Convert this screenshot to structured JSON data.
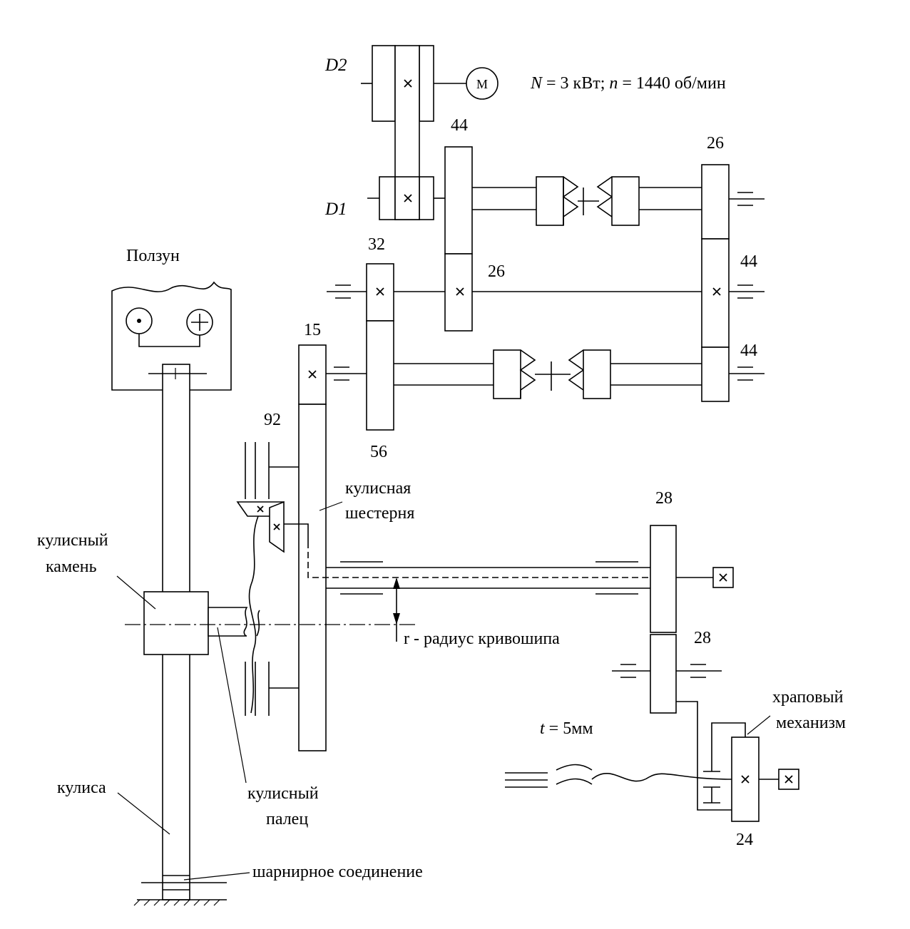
{
  "motor": {
    "symbol": "M",
    "spec_N": "N",
    "spec_N_rest": " = 3 кВт; ",
    "spec_n": "n",
    "spec_n_rest": " = 1440 об/мин"
  },
  "pulleys": {
    "d2": "D2",
    "d1": "D1"
  },
  "gear_numbers": {
    "g44_top": "44",
    "g26_top_right": "26",
    "g32": "32",
    "g26_mid": "26",
    "g44_right_mid": "44",
    "g44_right_low": "44",
    "g15": "15",
    "g56": "56",
    "g92": "92",
    "g28_top": "28",
    "g28_bottom": "28",
    "g24": "24"
  },
  "labels": {
    "slider": "Ползун",
    "rocker_gear_line1": "кулисная",
    "rocker_gear_line2": "шестерня",
    "rocker_block_line1": "кулисный",
    "rocker_block_line2": "камень",
    "crank_radius": "r - радиус кривошипа",
    "ratchet_line1": "храповый",
    "ratchet_line2": "механизм",
    "rocker": "кулиса",
    "rocker_pin_line1": "кулисный",
    "rocker_pin_line2": "палец",
    "pivot_joint": "шарнирное соединение",
    "feed_t": "t",
    "feed_rest": " = 5мм"
  }
}
